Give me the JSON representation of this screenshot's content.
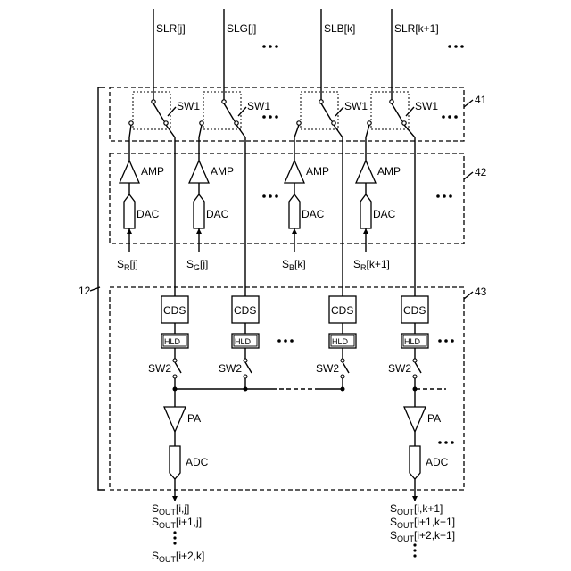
{
  "signal_lines": [
    "SLR[j]",
    "SLG[j]",
    "SLB[k]",
    "SLR[k+1]"
  ],
  "block_labels": {
    "b41": "41",
    "b42": "42",
    "b43": "43",
    "overall": "12"
  },
  "sw1_label": "SW1",
  "amp_label": "AMP",
  "dac_label": "DAC",
  "dac_inputs": [
    {
      "main": "S",
      "sub": "R",
      "tail": "[j]"
    },
    {
      "main": "S",
      "sub": "G",
      "tail": "[j]"
    },
    {
      "main": "S",
      "sub": "B",
      "tail": "[k]"
    },
    {
      "main": "S",
      "sub": "R",
      "tail": "[k+1]"
    }
  ],
  "cds_label": "CDS",
  "hld_label": "HLD",
  "sw2_label": "SW2",
  "pa_label": "PA",
  "adc_label": "ADC",
  "outputs_left": [
    {
      "main": "S",
      "sub": "OUT",
      "tail": "[i,j]"
    },
    {
      "main": "S",
      "sub": "OUT",
      "tail": "[i+1,j]"
    },
    {
      "main": "S",
      "sub": "OUT",
      "tail": "[i+2,k]"
    }
  ],
  "outputs_right": [
    {
      "main": "S",
      "sub": "OUT",
      "tail": "[i,k+1]"
    },
    {
      "main": "S",
      "sub": "OUT",
      "tail": "[i+1,k+1]"
    },
    {
      "main": "S",
      "sub": "OUT",
      "tail": "[i+2,k+1]"
    }
  ]
}
